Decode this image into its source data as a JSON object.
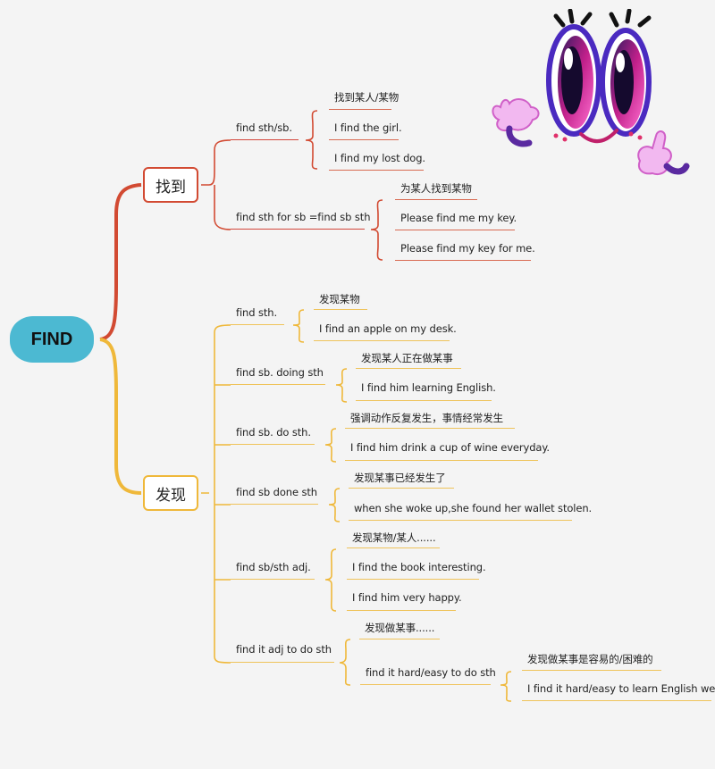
{
  "root": "FIND",
  "branches": [
    {
      "label": "找到",
      "color": "#d24a32",
      "items": [
        {
          "label": "find sth/sb.",
          "children": [
            "找到某人/某物",
            "I find the girl.",
            "I find my lost dog."
          ]
        },
        {
          "label": "find sth for sb =find sb sth",
          "children": [
            "为某人找到某物",
            "Please find me my key.",
            "Please find my key for me."
          ]
        }
      ]
    },
    {
      "label": "发现",
      "color": "#efb83a",
      "items": [
        {
          "label": "find sth.",
          "children": [
            "发现某物",
            "I find an apple on my desk."
          ]
        },
        {
          "label": "find sb.  doing sth",
          "children": [
            "发现某人正在做某事",
            "I find him learning English."
          ]
        },
        {
          "label": "find sb. do sth.",
          "children": [
            "强调动作反复发生，事情经常发生",
            "I find him drink a cup of wine everyday."
          ]
        },
        {
          "label": "find sb done sth",
          "children": [
            "发现某事已经发生了",
            "when she woke up,she found her wallet stolen."
          ]
        },
        {
          "label": "find sb/sth adj.",
          "children": [
            "发现某物/某人......",
            "I find the book interesting.",
            "I find him very happy."
          ]
        },
        {
          "label": "find it adj to do sth",
          "children": [
            "发现做某事......"
          ],
          "sub": {
            "label": "find it hard/easy to do sth",
            "children": [
              "发现做某事是容易的/困难的",
              "I find it hard/easy to learn English well."
            ]
          }
        }
      ]
    }
  ]
}
